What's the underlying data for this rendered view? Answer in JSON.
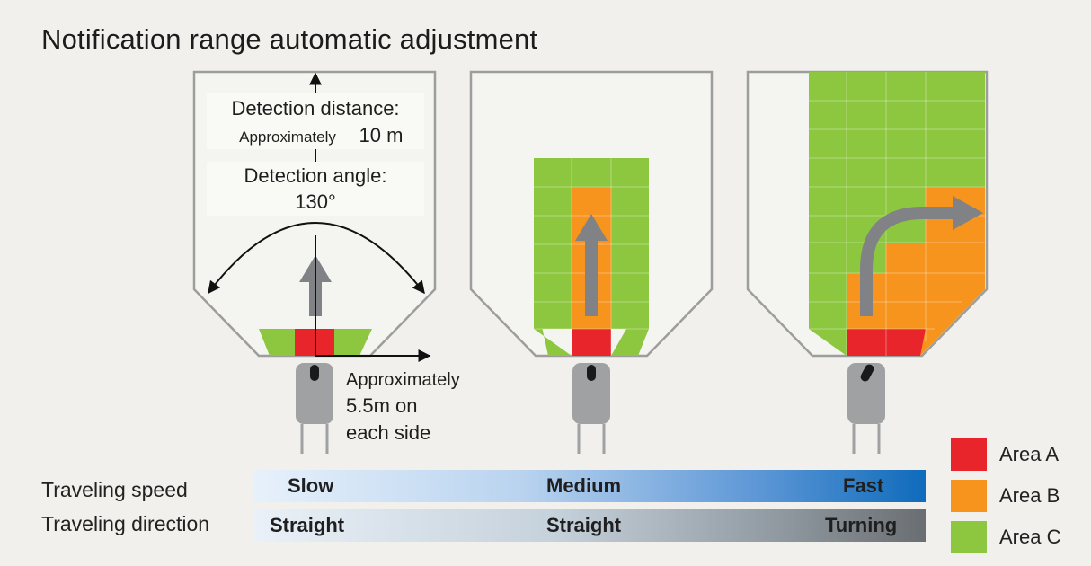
{
  "title": "Notification range automatic adjustment",
  "panel1": {
    "detection_distance_label": "Detection distance:",
    "detection_distance_prefix": "Approximately",
    "detection_distance_value": "10 m",
    "detection_angle_label": "Detection angle:",
    "detection_angle_value": "130°",
    "side_range_line1": "Approximately",
    "side_range_line2": "5.5m on",
    "side_range_line3": "each side"
  },
  "rows": {
    "speed_label": "Traveling speed",
    "speed_values": [
      "Slow",
      "Medium",
      "Fast"
    ],
    "direction_label": "Traveling direction",
    "direction_values": [
      "Straight",
      "Straight",
      "Turning"
    ]
  },
  "legend": [
    {
      "label": "Area A",
      "color": "#e8252b"
    },
    {
      "label": "Area B",
      "color": "#f7941d"
    },
    {
      "label": "Area C",
      "color": "#8dc63f"
    }
  ],
  "colors": {
    "area_a": "#e8252b",
    "area_b": "#f7941d",
    "area_c": "#8dc63f",
    "arrow_gray": "#808285",
    "outline": "#9d9d9d"
  }
}
